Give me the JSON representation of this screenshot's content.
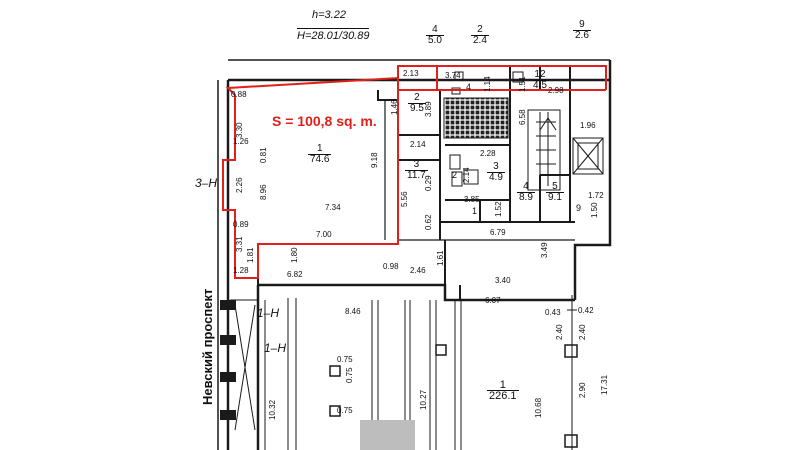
{
  "header": {
    "height_label": "h=3.22",
    "elevation_label": "H=28.01/30.89",
    "label_4_num": "4",
    "label_4_den": "5.0",
    "label_2_num": "2",
    "label_2_den": "2.4",
    "label_9_num": "9",
    "label_9_den": "2.6"
  },
  "area_text": "S = 100,8 sq. m.",
  "street_name": "Невский проспект",
  "entrances": {
    "e3": "3–H",
    "e1a": "1–H",
    "e1b": "1–H"
  },
  "rooms": {
    "r1": {
      "num": "1",
      "area": "74.6"
    },
    "r2": {
      "num": "2",
      "area": "9.5"
    },
    "r3": {
      "num": "3",
      "area": "11.7"
    },
    "r3b": {
      "num": "3",
      "area": "4.9"
    },
    "r4": {
      "num": "4",
      "area": "8.9"
    },
    "r5": {
      "num": "5",
      "area": "9.1"
    },
    "r12": {
      "num": "12",
      "area": "4.5"
    },
    "r_big": {
      "num": "1",
      "area": "226.1"
    },
    "r2_small": {
      "num": "2"
    },
    "r9_side": {
      "num": "9"
    },
    "r4_top": {
      "num": "4"
    },
    "r1_small": {
      "num": "1"
    }
  },
  "dims": {
    "d0_88": "0.88",
    "d3_30": "3.30",
    "d1_26": "1.26",
    "d0_81": "0.81",
    "d2_26": "2.26",
    "d8_96": "8.96",
    "d0_89": "0.89",
    "d3_31": "3.31",
    "d1_81": "1.81",
    "d1_28": "1.28",
    "d7_34": "7.34",
    "d7_00": "7.00",
    "d9_18": "9.18",
    "d1_46": "1.46",
    "d3_89": "3.89",
    "d2_14a": "2.14",
    "d5_56": "5.56",
    "d0_29": "0.29",
    "d0_62": "0.62",
    "d2_13": "2.13",
    "d3_74": "3.74",
    "d1_14": "1.14",
    "d1_51": "1.51",
    "d2_98": "2.98",
    "d6_58": "6.58",
    "d1_96": "1.96",
    "d2_28": "2.28",
    "d2_14b": "2.14",
    "d3_85": "3.85",
    "d1_52": "1.52",
    "d1_72": "1.72",
    "d1_50": "1.50",
    "d6_79": "6.79",
    "d3_49": "3.49",
    "d1_80": "1.80",
    "d6_82": "6.82",
    "d0_98": "0.98",
    "d2_46": "2.46",
    "d1_61": "1.61",
    "d3_40": "3.40",
    "d6_07": "6.07",
    "d8_46": "8.46",
    "d0_43": "0.43",
    "d0_42": "0.42",
    "d0_75a": "0.75",
    "d0_75b": "0.75",
    "d0_75c": "0.75",
    "d10_32": "10.32",
    "d10_27": "10.27",
    "d10_68": "10.68",
    "d2_40a": "2.40",
    "d2_40b": "2.40",
    "d2_90": "2.90",
    "d17_31": "17.31"
  },
  "colors": {
    "highlight": "#e0201a",
    "wall": "#1a1a1a",
    "ink": "#111111"
  }
}
